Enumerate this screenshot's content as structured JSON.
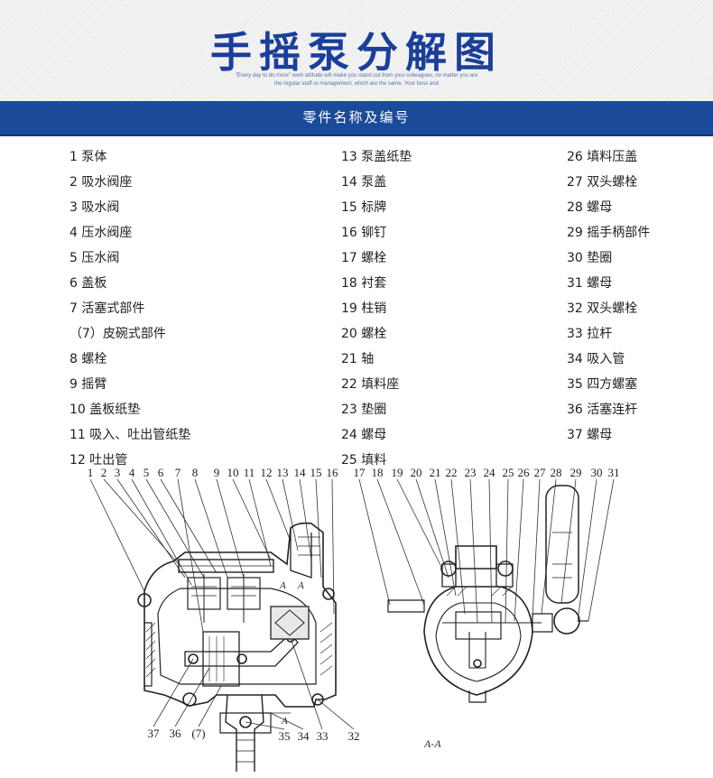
{
  "header": {
    "title": "手摇泵分解图",
    "subtitle_lines": [
      "\"Every day to do more\" work attitude will make you stand out from your colleagues, no matter you are",
      "the regular staff or management, which are the same. Your boss and"
    ]
  },
  "section_bar": {
    "label": "零件名称及编号"
  },
  "parts_list": {
    "column1": [
      "1 泵体",
      "2 吸水阀座",
      "3 吸水阀",
      "4 压水阀座",
      "5 压水阀",
      "6 盖板",
      "7 活塞式部件",
      "（7）皮碗式部件",
      "8 螺栓",
      "9 摇臂",
      "10 盖板纸垫",
      "11 吸入、吐出管纸垫",
      "12 吐出管"
    ],
    "column2": [
      "13 泵盖纸垫",
      "14 泵盖",
      "15 标牌",
      "16 铆钉",
      "17 螺栓",
      "18 衬套",
      "19 柱销",
      "20 螺栓",
      "21 轴",
      "22 填料座",
      "23 垫圈",
      "24 螺母",
      "25 填料"
    ],
    "column3": [
      "26 填料压盖",
      "27 双头螺栓",
      "28 螺母",
      "29 摇手柄部件",
      "30 垫圈",
      "31 螺母",
      "32 双头螺栓",
      "33 拉杆",
      "34 吸入管",
      "35 四方螺塞",
      "36 活塞连杆",
      "37 螺母"
    ]
  },
  "drawing": {
    "top_callouts_left": [
      "1",
      "2",
      "3",
      "4",
      "5",
      "6",
      "7",
      "8",
      "9",
      "10",
      "11",
      "12",
      "13",
      "14",
      "15",
      "16"
    ],
    "top_callouts_right": [
      "17",
      "18",
      "19",
      "20",
      "21",
      "22",
      "23",
      "24",
      "25",
      "26",
      "27",
      "28",
      "29",
      "30",
      "31"
    ],
    "bottom_callouts": [
      "37",
      "36",
      "(7)",
      "35",
      "34",
      "33",
      "32"
    ],
    "section_marks": [
      "A",
      "A",
      "A"
    ],
    "section_label": "A-A"
  }
}
